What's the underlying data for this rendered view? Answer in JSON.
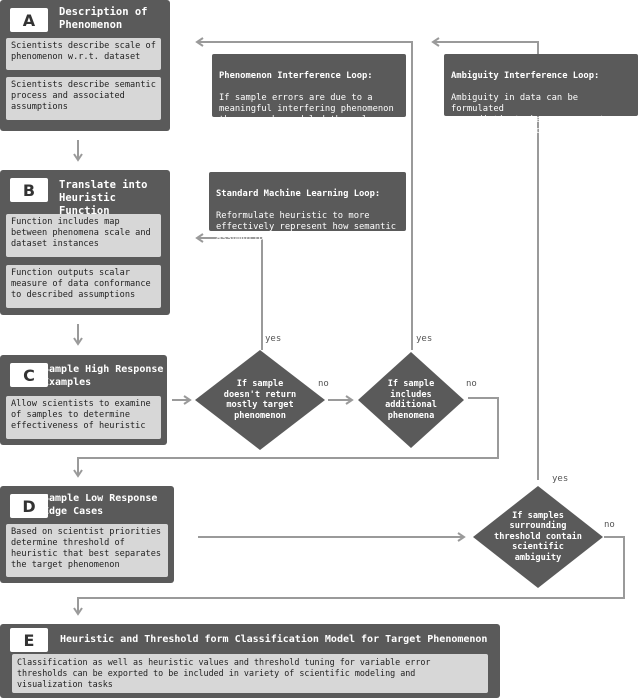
{
  "panels": {
    "A": {
      "letter": "A",
      "title": "Description of\nPhenomenon",
      "items": [
        "Scientists describe scale of\nphenomenon w.r.t. dataset",
        "Scientists describe semantic\nprocess and associated\nassumptions"
      ]
    },
    "B": {
      "letter": "B",
      "title": "Translate into\nHeuristic Function",
      "items": [
        "Function includes map\nbetween phenomena scale and\ndataset instances",
        "Function outputs scalar\nmeasure of data conformance\nto described assumptions"
      ]
    },
    "C": {
      "letter": "C",
      "title": "Sample High Response\nExamples",
      "items": [
        "Allow scientists to examine\nof samples to determine\neffectiveness of heuristic"
      ]
    },
    "D": {
      "letter": "D",
      "title": "Sample Low Response\nEdge Cases",
      "items": [
        "Based on scientist priorities\ndetermine threshold of\nheuristic that best separates\nthe target phenomenon"
      ]
    },
    "E": {
      "letter": "E",
      "title": "Heuristic and Threshold form Classification Model for Target Phenomenon",
      "items": [
        "Classification as well as heuristic values and threshold tuning for variable error\nthresholds can be exported to be included in variety of scientific modeling and\nvisualization tasks"
      ]
    }
  },
  "notes": {
    "phenomenon": {
      "title": "Phenomenon Interference Loop:",
      "body": "If sample errors are due to a\nmeaningful interfering phenomenon\nthese can be modeled themselves\nand separated"
    },
    "ambiguity": {
      "title": "Ambiguity Interference Loop:",
      "body": "Ambiguity in data can be formulated\nas a distinct phenomenon up to an\narbitrary level of specificity"
    },
    "standard": {
      "title": "Standard Machine Learning Loop:",
      "body": "Reformulate heuristic to more\neffectively represent how semantic\nassumptions exhibit in real data"
    }
  },
  "decisions": {
    "d1": "If sample\ndoesn't return\nmostly target\nphenomenon",
    "d2": "If sample\nincludes\nadditional\nphenomena",
    "d3": "If samples\nsurrounding\nthreshold contain\nscientific\nambiguity"
  },
  "labels": {
    "yes": "yes",
    "no": "no"
  },
  "colors": {
    "panel": "#5a5a5a",
    "subbox": "#d7d7d7",
    "arrow": "#9a9a9a"
  }
}
